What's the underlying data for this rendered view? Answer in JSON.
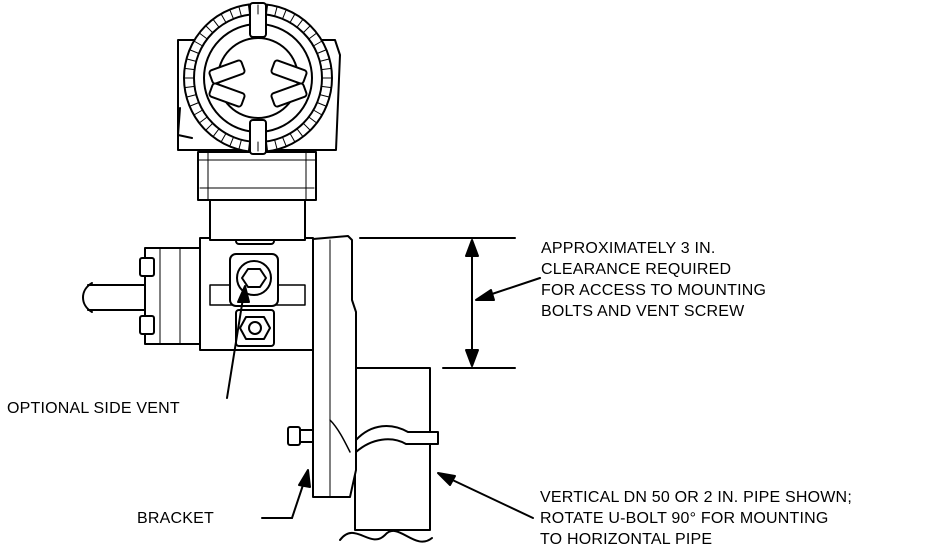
{
  "labels": {
    "clearance": {
      "lines": [
        "APPROXIMATELY 3 IN.",
        "CLEARANCE REQUIRED",
        "FOR ACCESS TO MOUNTING",
        "BOLTS AND VENT SCREW"
      ]
    },
    "side_vent": "OPTIONAL SIDE VENT",
    "bracket": "BRACKET",
    "pipe": {
      "lines": [
        "VERTICAL DN 50 OR 2 IN. PIPE SHOWN;",
        "ROTATE U-BOLT 90° FOR MOUNTING",
        "TO HORIZONTAL PIPE"
      ]
    }
  },
  "colors": {
    "ink": "#000000",
    "paper": "#ffffff"
  }
}
